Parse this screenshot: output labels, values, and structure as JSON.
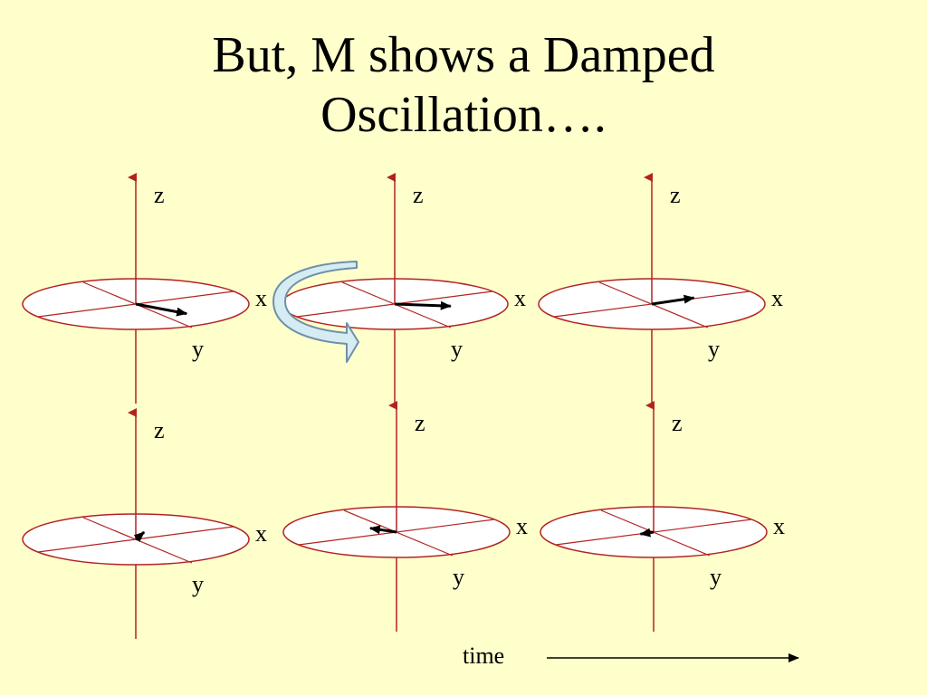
{
  "slide": {
    "title_line1": "But, M shows a Damped",
    "title_line2": "Oscillation…."
  },
  "axis_labels": {
    "z": "z",
    "x": "x",
    "y": "y"
  },
  "time_label": "time",
  "colors": {
    "background": "#ffffcc",
    "axis": "#b22222",
    "disc_fill": "#ffffff",
    "vector": "#000000",
    "rotation_arrow_fill": "#d6ecf3",
    "rotation_arrow_stroke": "#6f8faa"
  },
  "frames": [
    {
      "id": 1,
      "vector_length": 1.0,
      "vector_angle_deg": 25
    },
    {
      "id": 2,
      "vector_length": 1.0,
      "vector_angle_deg": 5
    },
    {
      "id": 3,
      "vector_length": 0.8,
      "vector_angle_deg": -20
    },
    {
      "id": 4,
      "vector_length": 0.35,
      "vector_angle_deg": -65
    },
    {
      "id": 5,
      "vector_length": 0.5,
      "vector_angle_deg": -160
    },
    {
      "id": 6,
      "vector_length": 0.25,
      "vector_angle_deg": 160
    }
  ]
}
